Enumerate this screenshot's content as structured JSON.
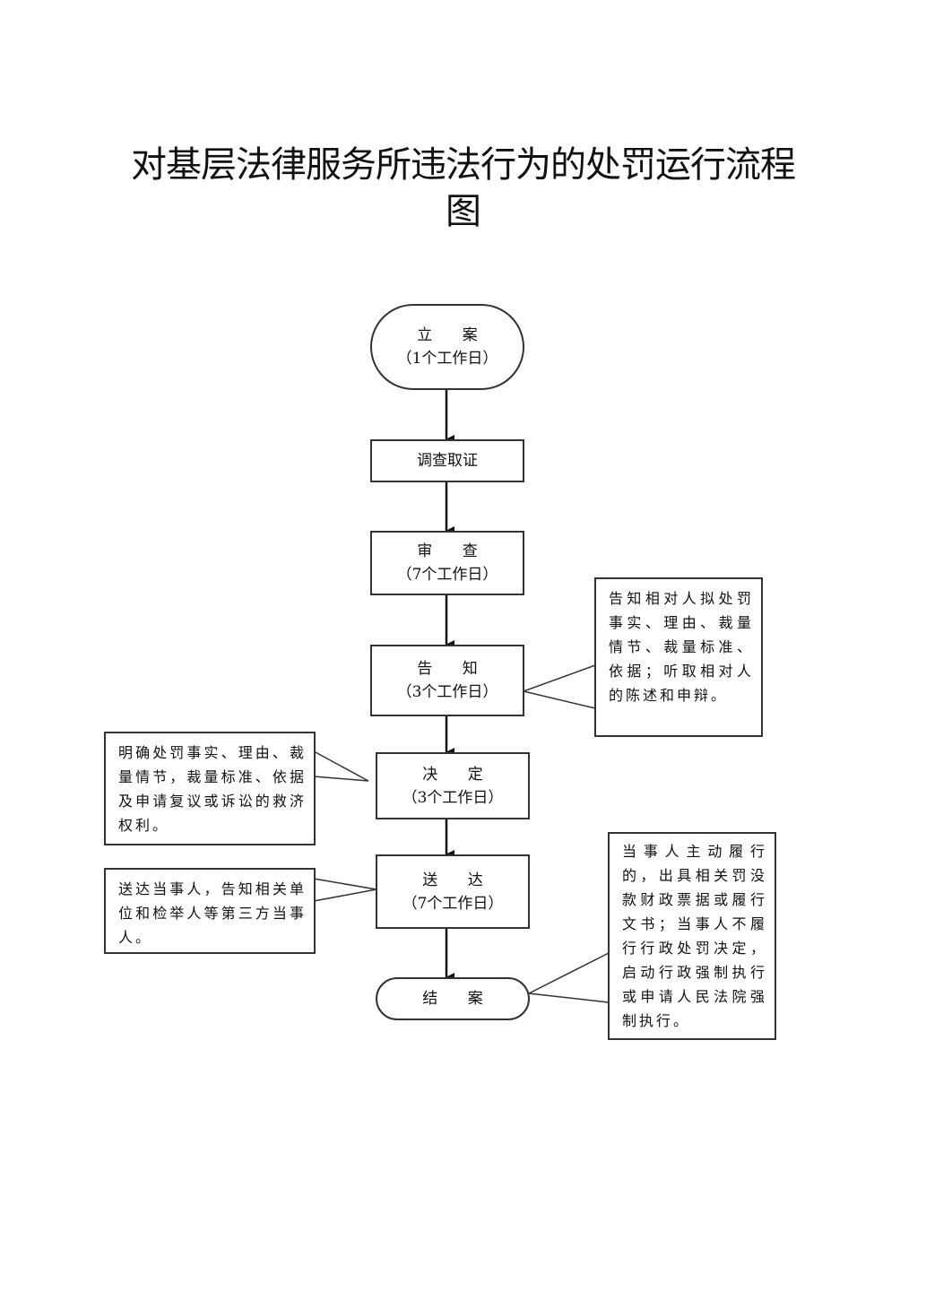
{
  "title": {
    "line1": "对基层法律服务所违法行为的处罚运行流程",
    "line2": "图"
  },
  "steps": [
    {
      "label": "立 案",
      "duration": "（1个工作日）"
    },
    {
      "label": "调查取证",
      "duration": ""
    },
    {
      "label": "审 查",
      "duration": "（7个工作日）"
    },
    {
      "label": "告 知",
      "duration": "（3个工作日）"
    },
    {
      "label": "决 定",
      "duration": "（3个工作日）"
    },
    {
      "label": "送 达",
      "duration": "（7个工作日）"
    },
    {
      "label": "结 案",
      "duration": ""
    }
  ],
  "notes": {
    "notify": "告知相对人拟处罚事实、理由、裁量情节、裁量标准、依据；听取相对人的陈述和申辩。",
    "decide": "明确处罚事实、理由、裁量情节，裁量标准、依据及申请复议或诉讼的救济权利。",
    "deliver": "送达当事人，告知相关单位和检举人等第三方当事人。",
    "close": "当事人主动履行的，出具相关罚没款财政票据或履行文书；当事人不履行行政处罚决定，启动行政强制执行或申请人民法院强制执行。"
  },
  "colors": {
    "stroke": "#333333",
    "text": "#111111",
    "background": "#ffffff"
  }
}
